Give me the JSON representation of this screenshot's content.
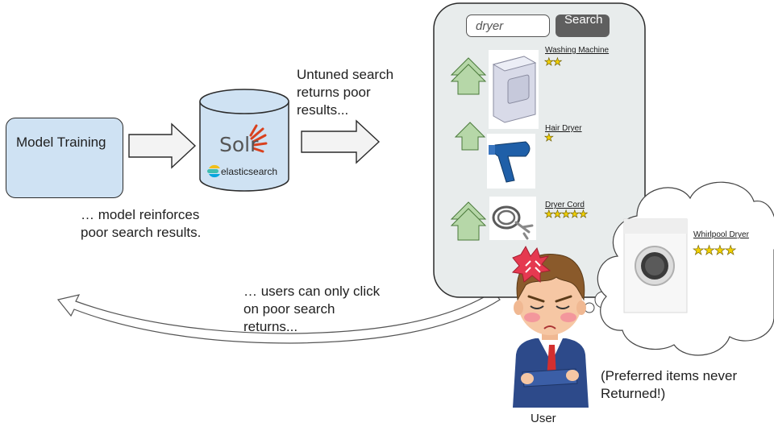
{
  "model_training": {
    "label": "Model Training"
  },
  "search_engine": {
    "solr_label": "Solr",
    "elasticsearch_label": "elasticsearch"
  },
  "captions": {
    "untuned": [
      "Untuned search",
      "returns poor",
      "results..."
    ],
    "reinforces": [
      "… model reinforces",
      "poor search results."
    ],
    "users_click": [
      "… users can only click",
      "on poor search",
      "returns..."
    ],
    "preferred": [
      "(Preferred items never",
      "Returned!)"
    ]
  },
  "search": {
    "query": "dryer",
    "button_label": "Search"
  },
  "results": [
    {
      "title": "Washing Machine",
      "stars": "★★",
      "rating": 2
    },
    {
      "title": "Hair Dryer",
      "stars": "★",
      "rating": 1
    },
    {
      "title": "Dryer Cord",
      "stars": "★★★★★",
      "rating": 5
    }
  ],
  "preferred_item": {
    "title": "Whirlpool Dryer",
    "stars": "★★★★",
    "rating": 4
  },
  "user": {
    "label": "User"
  },
  "colors": {
    "model_box": "#cfe2f3",
    "db": "#cfe2f3",
    "panel": "#e8ecec",
    "up_arrow": "#b6d7a8",
    "star": "#f1d000"
  }
}
